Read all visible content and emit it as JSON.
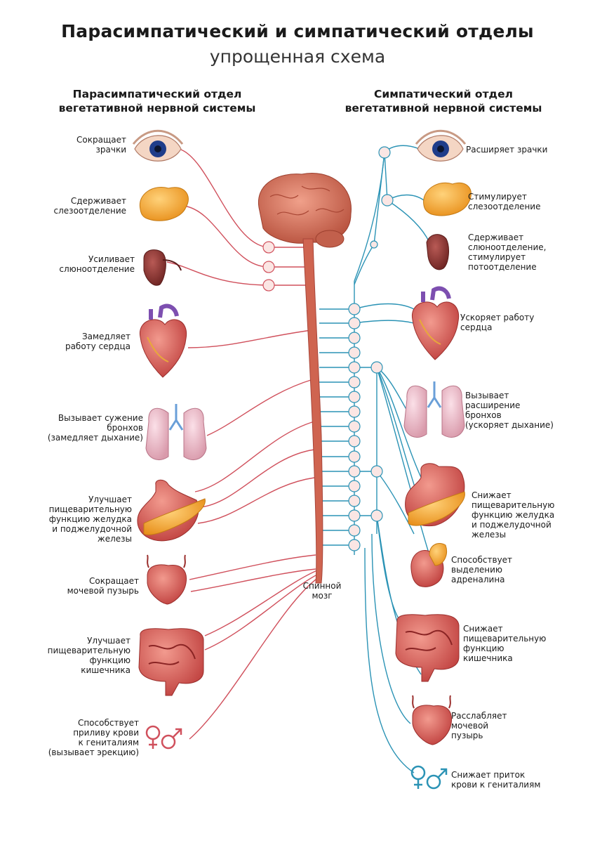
{
  "title": "Парасимпатический и симпатический отделы",
  "subtitle": "упрощенная схема",
  "colors": {
    "parasympathetic": "#d0505c",
    "sympathetic": "#2b93b5",
    "cord": "#cf6450",
    "node_fill": "#fbe6e4"
  },
  "left": {
    "heading": "Парасимпатический отдел\nвегетативной нервной системы",
    "items": [
      {
        "organ": "eye-icon",
        "label": "Сокращает\nзрачки"
      },
      {
        "organ": "lacrimal-gland-icon",
        "label": "Сдерживает\nслезоотделение"
      },
      {
        "organ": "salivary-gland-icon",
        "label": "Усиливает\nслюноотделение"
      },
      {
        "organ": "heart-icon",
        "label": "Замедляет\nработу сердца"
      },
      {
        "organ": "lungs-icon",
        "label": "Вызывает сужение\nбронхов\n(замедляет дыхание)"
      },
      {
        "organ": "stomach-icon",
        "label": "Улучшает\nпищеварительную\nфункцию желудка\nи поджелудочной\nжелезы"
      },
      {
        "organ": "bladder-icon",
        "label": "Сокращает\nмочевой пузырь"
      },
      {
        "organ": "intestine-icon",
        "label": "Улучшает\nпищеварительную\nфункцию\nкишечника"
      },
      {
        "organ": "gender-symbols-icon",
        "label": "Способствует\nприливу крови\nк гениталиям\n(вызывает эрекцию)"
      }
    ]
  },
  "right": {
    "heading": "Симпатический отдел\nвегетативной нервной системы",
    "items": [
      {
        "organ": "eye-icon",
        "label": "Расширяет зрачки"
      },
      {
        "organ": "lacrimal-gland-icon",
        "label": "Стимулирует\nслезоотделение"
      },
      {
        "organ": "salivary-gland-icon",
        "label": "Сдерживает\nслюноотделение,\nстимулирует\nпотоотделение"
      },
      {
        "organ": "heart-icon",
        "label": "Ускоряет работу\nсердца"
      },
      {
        "organ": "lungs-icon",
        "label": "Вызывает\nрасширение\nбронхов\n(ускоряет дыхание)"
      },
      {
        "organ": "stomach-icon",
        "label": "Снижает\nпищеварительную\nфункцию желудка\nи поджелудочной\nжелезы"
      },
      {
        "organ": "adrenal-gland-icon",
        "label": "Способствует\nвыделению\nадреналина"
      },
      {
        "organ": "intestine-icon",
        "label": "Снижает\nпищеварительную\nфункцию\nкишечника"
      },
      {
        "organ": "bladder-icon",
        "label": "Расслабляет\nмочевой\nпузырь"
      },
      {
        "organ": "gender-symbols-icon",
        "label": "Снижает приток\nкрови к гениталиям"
      }
    ]
  },
  "spinal_cord_label": "Спинной\nмозг"
}
